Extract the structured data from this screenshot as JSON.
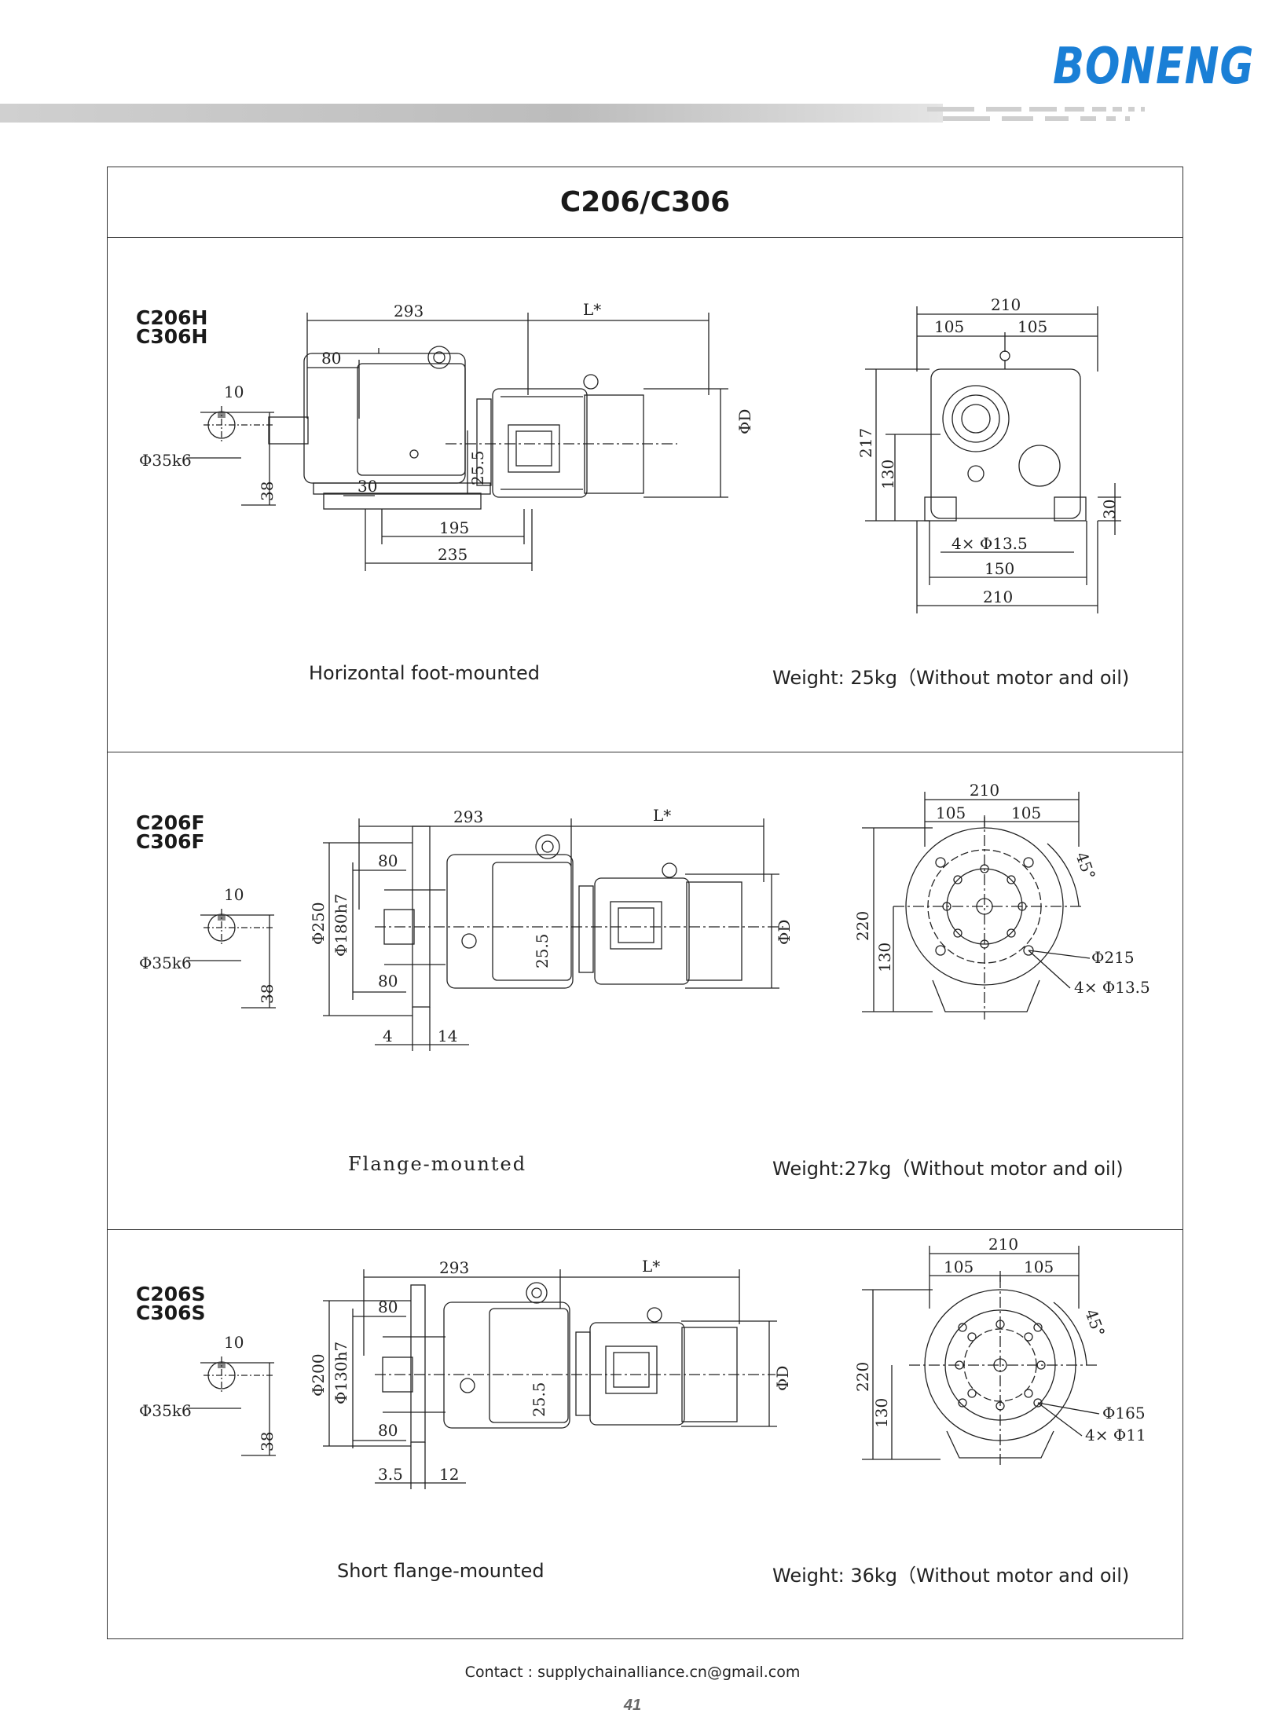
{
  "header": {
    "brand": "BONENG"
  },
  "table": {
    "title": "C206/C306",
    "sections": [
      {
        "model_line1": "C206H",
        "model_line2": "C306H",
        "caption": "Horizontal foot-mounted",
        "weight": "Weight: 25kg（Without motor and oil)",
        "dims": {
          "shaft_key": "10",
          "shaft_dia": "Φ35k6",
          "shaft_height": "38",
          "total_gear": "293",
          "motor_len": "L*",
          "shaft_len": "80",
          "offset": "30",
          "motor_dia": "ΦD",
          "center_off": "25.5",
          "foot_inner": "195",
          "foot_outer": "235",
          "side_width": "210",
          "side_half_left": "105",
          "side_half_right": "105",
          "height": "217",
          "axis_height": "130",
          "foot_thick": "30",
          "holes": "4× Φ13.5",
          "hole_span": "150",
          "base_width": "210"
        }
      },
      {
        "model_line1": "C206F",
        "model_line2": "C306F",
        "caption": "Flange-mounted",
        "weight": "Weight:27kg（Without motor and oil)",
        "dims": {
          "shaft_key": "10",
          "shaft_dia": "Φ35k6",
          "shaft_height": "38",
          "total_gear": "293",
          "motor_len": "L*",
          "shaft_len_top": "80",
          "shaft_len_bottom": "80",
          "flange_dia": "Φ250",
          "spigot_dia": "Φ180h7",
          "motor_dia": "ΦD",
          "center_off": "25.5",
          "flange_gap": "4",
          "flange_thick": "14",
          "side_width": "210",
          "side_half_left": "105",
          "side_half_right": "105",
          "height": "220",
          "axis_height": "130",
          "pcd": "Φ215",
          "holes": "4× Φ13.5",
          "angle": "45°"
        }
      },
      {
        "model_line1": "C206S",
        "model_line2": "C306S",
        "caption": "Short flange-mounted",
        "weight": "Weight: 36kg（Without motor and oil)",
        "dims": {
          "shaft_key": "10",
          "shaft_dia": "Φ35k6",
          "shaft_height": "38",
          "total_gear": "293",
          "motor_len": "L*",
          "shaft_len_top": "80",
          "shaft_len_bottom": "80",
          "flange_dia": "Φ200",
          "spigot_dia": "Φ130h7",
          "motor_dia": "ΦD",
          "center_off": "25.5",
          "flange_gap": "3.5",
          "flange_thick": "12",
          "side_width": "210",
          "side_half_left": "105",
          "side_half_right": "105",
          "height": "220",
          "axis_height": "130",
          "pcd": "Φ165",
          "holes": "4× Φ11",
          "angle": "45°"
        }
      }
    ]
  },
  "footer": {
    "contact": "Contact : supplychainalliance.cn@gmail.com",
    "page_number": "41"
  }
}
